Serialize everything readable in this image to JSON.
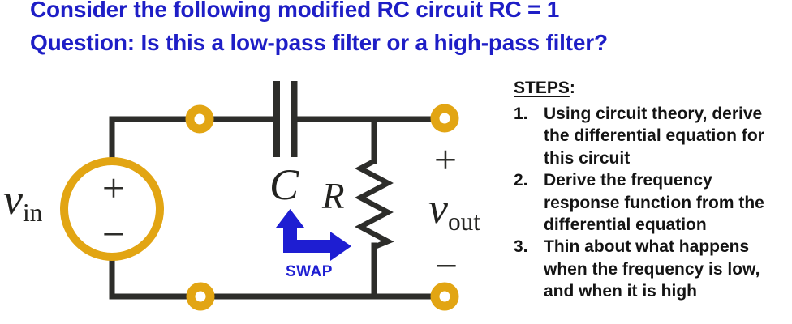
{
  "title": {
    "line1": "Consider the following modified RC circuit RC = 1",
    "line2": "Question: Is this a low-pass filter or a high-pass filter?"
  },
  "circuit": {
    "vin": {
      "symbol": "v",
      "subscript": "in"
    },
    "vout": {
      "symbol": "v",
      "subscript": "out"
    },
    "capacitor_label": "C",
    "resistor_label": "R",
    "source_plus": "+",
    "source_minus": "−",
    "out_plus": "+",
    "out_minus": "−",
    "swap_label": "SWAP",
    "colors": {
      "wire": "#2d2d2a",
      "gold": "#e2a513",
      "swap_blue": "#1e1ed2",
      "title_blue": "#1e1ec6"
    }
  },
  "steps": {
    "heading": "STEPS",
    "heading_suffix": ":",
    "items": [
      {
        "num": "1.",
        "lines": [
          "Using circuit theory, derive",
          "the differential equation for",
          "this circuit"
        ]
      },
      {
        "num": "2.",
        "lines": [
          "Derive the frequency",
          "response function from the",
          "differential equation"
        ]
      },
      {
        "num": "3.",
        "lines": [
          "Thin about what happens",
          "when the frequency is low,",
          "and when it is high"
        ]
      }
    ]
  }
}
